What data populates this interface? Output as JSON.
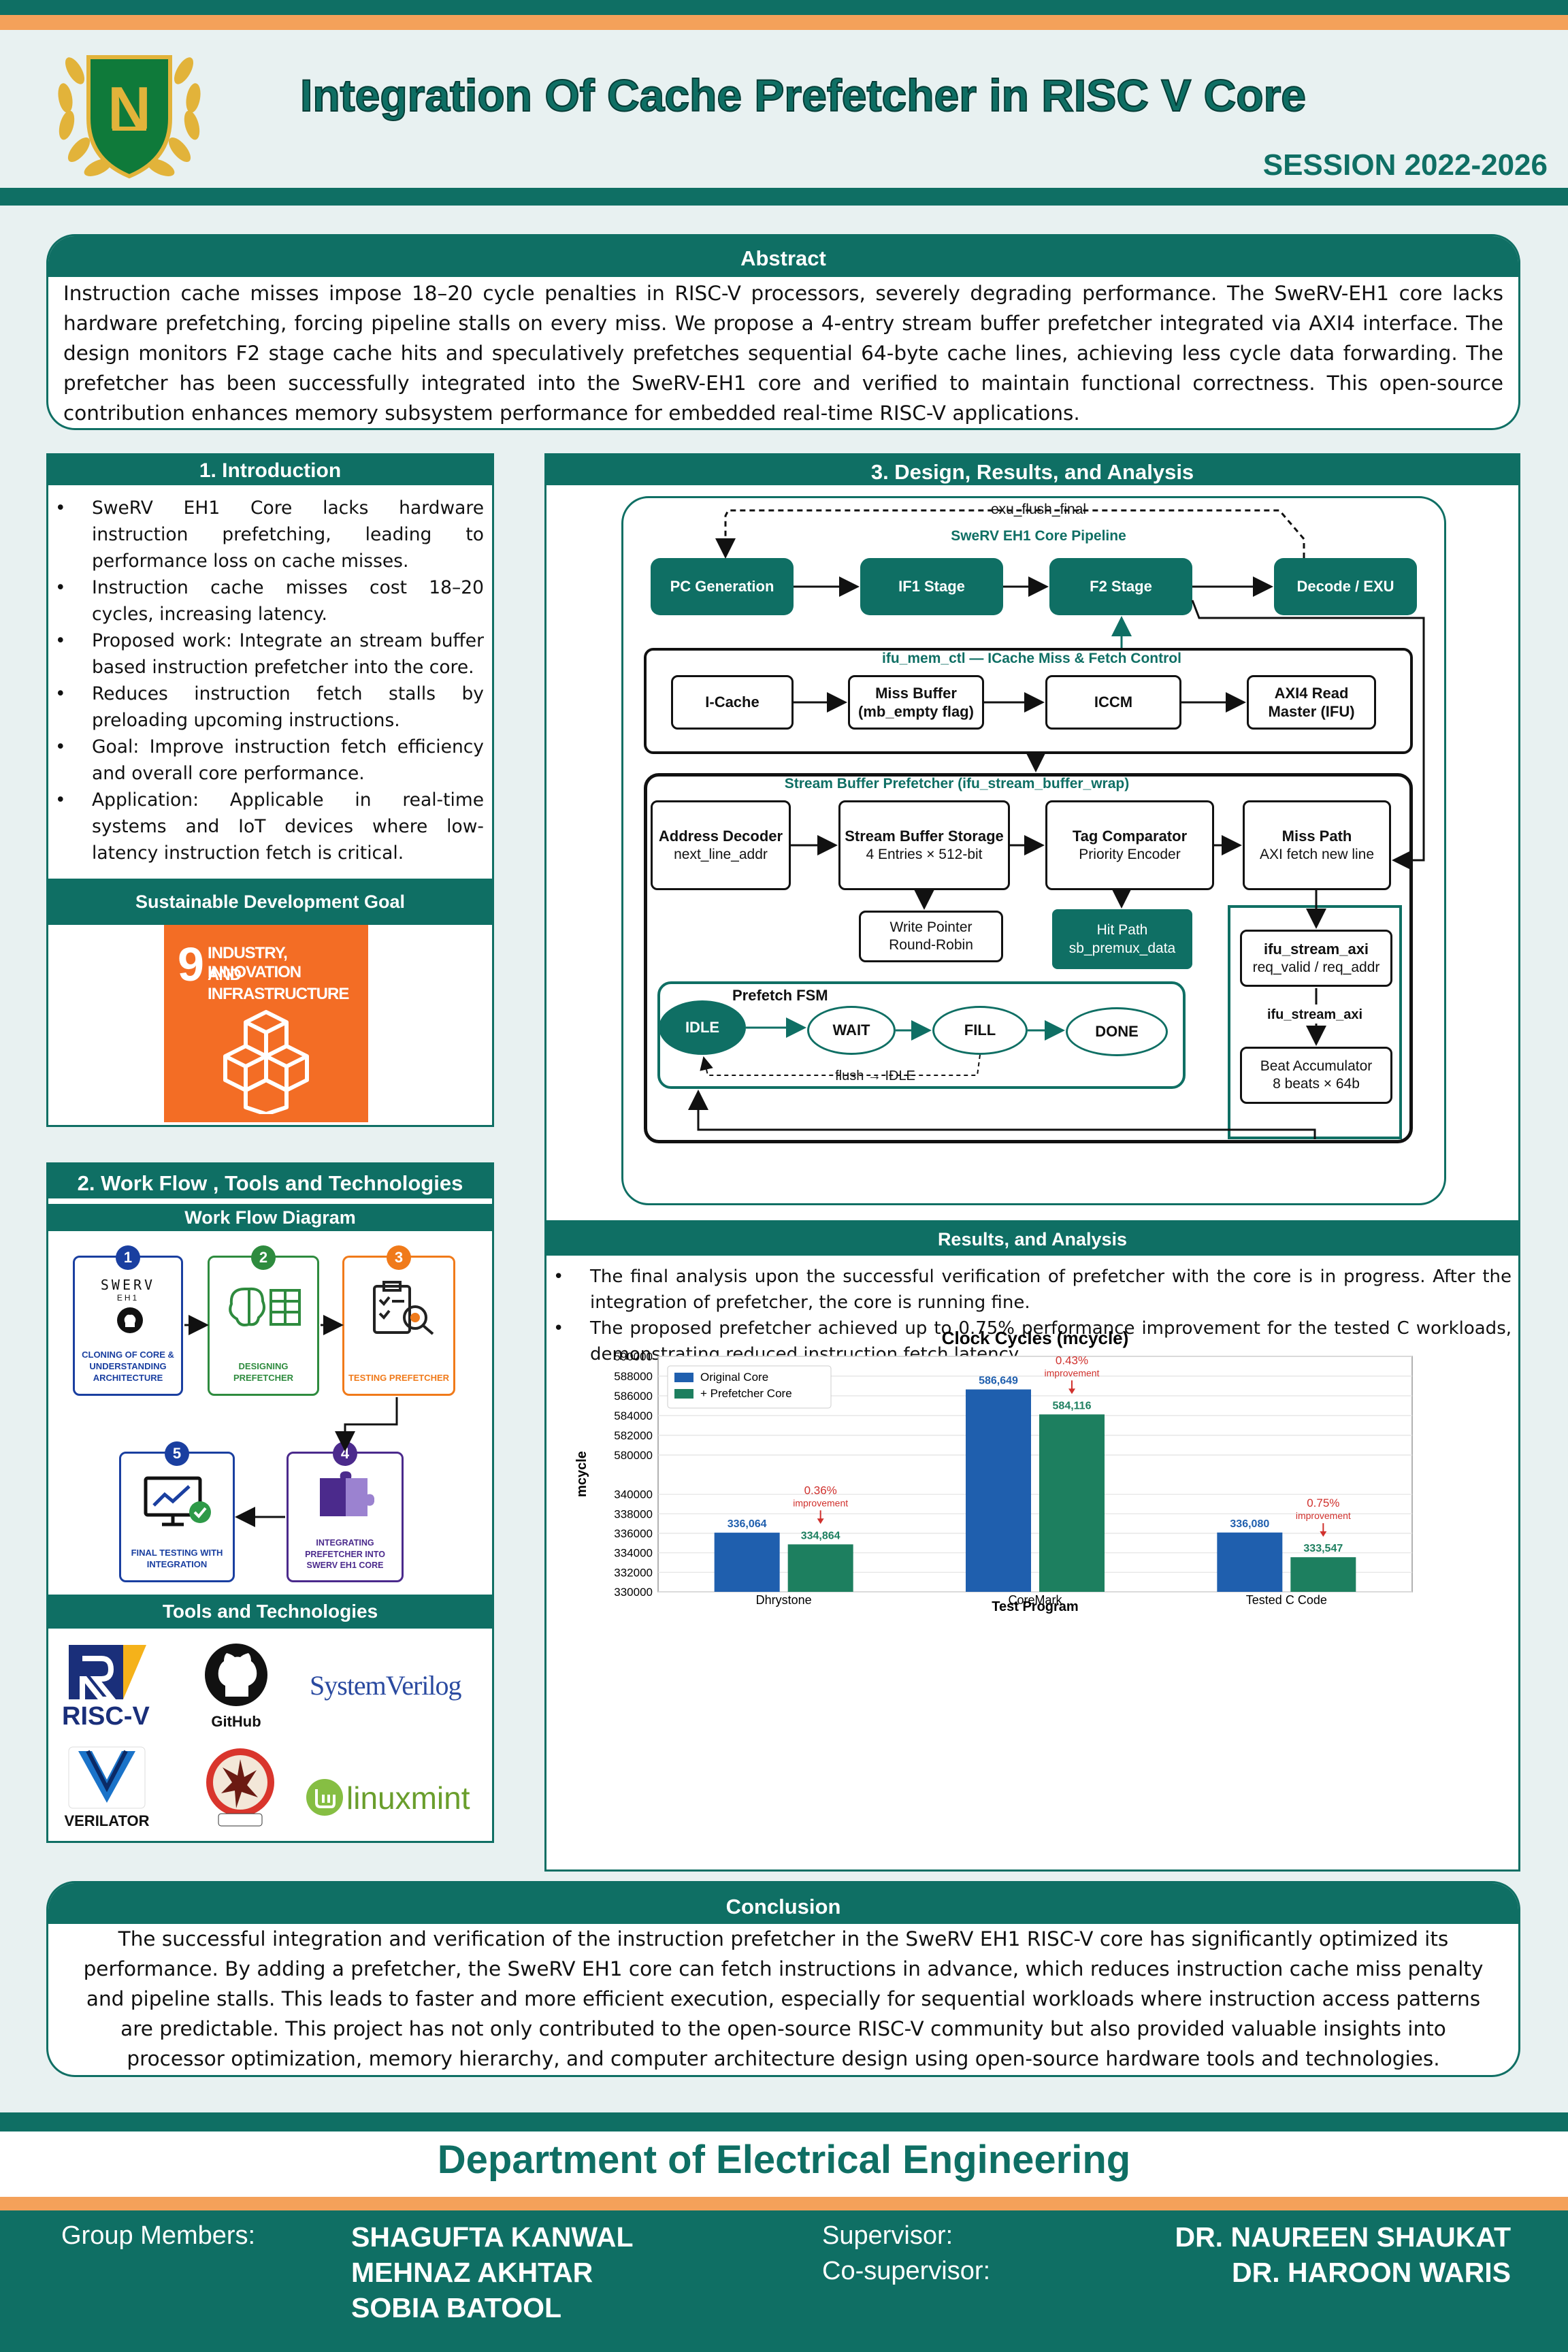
{
  "header": {
    "title": "Integration Of Cache Prefetcher in RISC V Core",
    "session": "SESSION 2022-2026",
    "logo_letter": "N"
  },
  "abstract": {
    "heading": "Abstract",
    "text": "Instruction cache misses impose 18–20 cycle penalties in RISC-V processors, severely degrading performance. The SweRV-EH1 core lacks hardware prefetching, forcing pipeline stalls on every miss. We propose a 4-entry stream buffer prefetcher integrated via AXI4 interface. The design monitors F2 stage cache hits and speculatively prefetches sequential 64-byte cache lines, achieving less cycle data forwarding. The prefetcher has been successfully integrated into the SweRV-EH1 core and verified to maintain functional correctness. This open-source contribution enhances memory subsystem performance for embedded real-time RISC-V applications."
  },
  "intro": {
    "heading": "1. Introduction",
    "items": [
      "SweRV EH1 Core lacks hardware instruction prefetching, leading to performance loss on cache misses.",
      "Instruction cache misses cost 18–20 cycles, increasing latency.",
      "Proposed work: Integrate an stream buffer based instruction prefetcher into the core.",
      "Reduces instruction fetch stalls by preloading upcoming instructions.",
      "Goal: Improve instruction fetch efficiency and overall core performance.",
      "Application: Applicable in real-time systems and IoT devices where low-latency instruction fetch is critical."
    ],
    "sdg_heading": "Sustainable Development Goal",
    "sdg_number": "9",
    "sdg_text_1": "INDUSTRY, INNOVATION",
    "sdg_text_2": "AND INFRASTRUCTURE"
  },
  "workflow": {
    "heading": "2. Work Flow , Tools and Technologies",
    "diagram_heading": "Work Flow Diagram",
    "steps": [
      {
        "num": "1",
        "caption": "CLONING OF CORE & UNDERSTANDING ARCHITECTURE",
        "logo": "SWERV",
        "logo_sub": "EH1",
        "color": "#1a3fa0"
      },
      {
        "num": "2",
        "caption": "DESIGNING PREFETCHER",
        "color": "#2e8b3e"
      },
      {
        "num": "3",
        "caption": "TESTING PREFETCHER",
        "color": "#f07a1a"
      },
      {
        "num": "4",
        "caption": "INTEGRATING PREFETCHER INTO SWERV EH1 CORE",
        "color": "#4b2a8c"
      },
      {
        "num": "5",
        "caption": "FINAL TESTING WITH INTEGRATION",
        "color": "#1a3fa0"
      }
    ],
    "tools_heading": "Tools and Technologies",
    "tools": {
      "riscv": "RISC-V",
      "github": "GitHub",
      "systemverilog": "SystemVerilog",
      "verilator": "VERILATOR",
      "linuxmint": "linuxmint"
    }
  },
  "design": {
    "heading": "3. Design, Results, and Analysis",
    "flush_label": "exu_flush_final",
    "pipeline_label": "SweRV EH1 Core Pipeline",
    "pipeline": [
      "PC Generation",
      "IF1 Stage",
      "F2 Stage",
      "Decode / EXU"
    ],
    "ifu_label": "ifu_mem_ctl — ICache Miss & Fetch Control",
    "icache": "I-Cache",
    "miss_buffer_1": "Miss Buffer",
    "miss_buffer_2": "(mb_empty flag)",
    "iccm": "ICCM",
    "axi4_1": "AXI4 Read",
    "axi4_2": "Master (IFU)",
    "sb_label": "Stream Buffer Prefetcher (ifu_stream_buffer_wrap)",
    "addr_dec_1": "Address Decoder",
    "addr_dec_2": "next_line_addr",
    "sb_storage_1": "Stream Buffer Storage",
    "sb_storage_2": "4 Entries × 512-bit",
    "tag_cmp_1": "Tag Comparator",
    "tag_cmp_2": "Priority Encoder",
    "miss_path_1": "Miss Path",
    "miss_path_2": "AXI fetch new line",
    "write_ptr_1": "Write Pointer",
    "write_ptr_2": "Round-Robin",
    "hit_path_1": "Hit Path",
    "hit_path_2": "sb_premux_data",
    "fsm_label": "Prefetch FSM",
    "fsm": [
      "IDLE",
      "WAIT",
      "FILL",
      "DONE"
    ],
    "flush_idle": "flush → IDLE",
    "axi_stream_1": "ifu_stream_axi",
    "axi_stream_2": "req_valid / req_addr",
    "axi_stream_mid": "ifu_stream_axi",
    "beat_1": "Beat Accumulator",
    "beat_2": "8 beats × 64b"
  },
  "results": {
    "heading": "Results, and Analysis",
    "items": [
      "The final analysis upon the successful verification of prefetcher with the core is in progress. After the integration of prefetcher, the core is running fine.",
      "The proposed prefetcher achieved up to 0.75% performance improvement for the tested C workloads, demonstrating reduced instruction fetch latency."
    ]
  },
  "chart_data": {
    "type": "bar",
    "title": "Clock Cycles (mcycle)",
    "xlabel": "Test Program",
    "ylabel": "mcycle",
    "categories": [
      "Dhrystone",
      "CoreMark",
      "Tested C Code"
    ],
    "series": [
      {
        "name": "Original Core",
        "color": "#1f5fae",
        "values": [
          336064,
          586649,
          336080
        ],
        "labels": [
          "336,064",
          "586,649",
          "336,080"
        ]
      },
      {
        "name": "+ Prefetcher Core",
        "color": "#1d7f5f",
        "values": [
          334864,
          584116,
          333547
        ],
        "labels": [
          "334,864",
          "584,116",
          "333,547"
        ]
      }
    ],
    "improvements": [
      "0.36%",
      "0.43%",
      "0.75%"
    ],
    "improvement_word": "improvement",
    "broken_axis": true,
    "upper_ticks": [
      "590000",
      "588000",
      "586000",
      "584000",
      "582000",
      "580000"
    ],
    "upper_range": [
      578000,
      590000
    ],
    "lower_ticks": [
      "340000",
      "338000",
      "336000",
      "334000",
      "332000",
      "330000"
    ],
    "lower_range": [
      330000,
      342000
    ],
    "grid": true,
    "legend": "top-left"
  },
  "conclusion": {
    "heading": "Conclusion",
    "text": "The successful integration and verification of the instruction prefetcher in the SweRV EH1 RISC-V core has significantly optimized its performance. By adding a prefetcher, the SweRV EH1 core can fetch instructions in advance, which reduces instruction cache miss penalty and pipeline stalls. This leads to faster and more efficient execution, especially for sequential workloads where instruction access patterns are predictable. This project has not only contributed to the open-source RISC-V community but also provided valuable insights into processor optimization, memory hierarchy, and computer architecture design using open-source hardware tools and technologies."
  },
  "footer": {
    "department": "Department of Electrical Engineering",
    "group_label": "Group Members:",
    "members": [
      "SHAGUFTA KANWAL",
      "MEHNAZ AKHTAR",
      "SOBIA BATOOL"
    ],
    "supervisor_label": "Supervisor:",
    "supervisor": "DR. NAUREEN SHAUKAT",
    "cosupervisor_label": "Co-supervisor:",
    "cosupervisor": "DR. HAROON WARIS"
  },
  "colors": {
    "teal": "#0f6f64",
    "orange": "#f4a15a",
    "bg": "#e8f1f1"
  }
}
